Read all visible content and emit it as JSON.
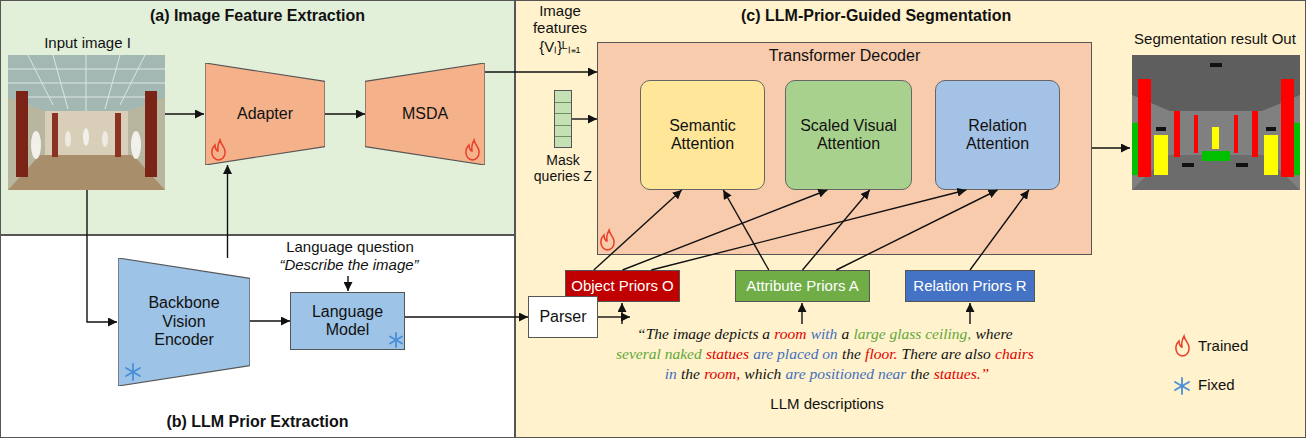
{
  "diagram": {
    "nodes": [
      {
        "text": [
          "(a) Image Feature Extraction"
        ]
      },
      {
        "text": [
          "Adapter"
        ],
        "in": 0
      },
      {
        "text": [
          "MSDA"
        ],
        "in": 0
      },
      {
        "text": [
          "(b) LLM Prior Extraction"
        ]
      },
      {
        "text": [
          "Backbone Vision Encoder"
        ],
        "in": 3
      },
      {
        "text": [
          "Language Model"
        ],
        "in": 3
      },
      {
        "text": [
          "(c) LLM-Prior-Guided Segmentation"
        ]
      },
      {
        "text": [
          "Mask queries Z"
        ],
        "in": 6
      },
      {
        "text": [
          "Transformer Decoder"
        ],
        "in": 6
      },
      {
        "text": [
          "Semantic Attention"
        ],
        "in": 8
      },
      {
        "text": [
          "Scaled Visual Attention"
        ],
        "in": 8
      },
      {
        "text": [
          "Relation Attention"
        ],
        "in": 8
      },
      {
        "text": [
          "Object Priors O"
        ],
        "in": 6
      },
      {
        "text": [
          "Attribute Priors A"
        ],
        "in": 6
      },
      {
        "text": [
          "Relation Priors R"
        ],
        "in": 6
      },
      {
        "text": [
          "Parser"
        ],
        "in": 6
      }
    ],
    "edges": [
      {
        "from": 4,
        "to": 1,
        "arrow": "to"
      },
      {
        "from": 1,
        "to": 2,
        "arrow": "to"
      },
      {
        "from": 2,
        "to": 8,
        "arrow": "to"
      },
      {
        "from": 4,
        "to": 5,
        "arrow": "to"
      },
      {
        "from": 5,
        "to": 15,
        "arrow": "to"
      },
      {
        "from": 7,
        "to": 8,
        "arrow": "to"
      },
      {
        "from": 12,
        "to": 9,
        "arrow": "to"
      },
      {
        "from": 12,
        "to": 10,
        "arrow": "to"
      },
      {
        "from": 12,
        "to": 11,
        "arrow": "to"
      },
      {
        "from": 13,
        "to": 9,
        "arrow": "to"
      },
      {
        "from": 13,
        "to": 10,
        "arrow": "to"
      },
      {
        "from": 13,
        "to": 11,
        "arrow": "to"
      },
      {
        "from": 14,
        "to": 11,
        "arrow": "to"
      }
    ],
    "labels": [
      "Input image I",
      "Image features",
      "{Vₗ}ᴸₗ₌₁",
      "Language question",
      "“Describe the image”",
      "“The image depicts a",
      "room",
      "with",
      "a",
      "large glass ceiling,",
      "where",
      "several naked",
      "statues",
      "are placed on",
      "the",
      "floor.",
      "There are also",
      "chairs",
      "in",
      "the",
      "room,",
      "which",
      "are positioned near",
      "the",
      "statues.”",
      "LLM descriptions",
      "Segmentation result Out"
    ],
    "legend": [
      {
        "text": "Trained"
      },
      {
        "text": "Fixed"
      }
    ]
  }
}
